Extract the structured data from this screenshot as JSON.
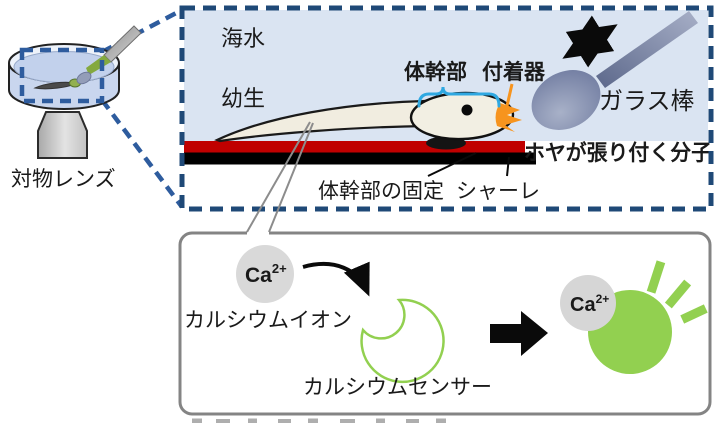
{
  "figure": {
    "inset": {
      "objective_lens_label": "対物レンズ"
    },
    "main_panel": {
      "seawater_label": "海水",
      "larva_label": "幼生",
      "trunk_label": "体幹部",
      "adhesive_organ_label": "付着器",
      "glass_rod_label": "ガラス棒",
      "adhesive_molecule_label": "ホヤが張り付く分子",
      "trunk_fixation_label": "体幹部の固定",
      "petri_dish_label": "シャーレ"
    },
    "sensor_panel": {
      "calcium_symbol": "Ca",
      "calcium_charge": "2+",
      "calcium_ion_label": "カルシウムイオン",
      "calcium_sensor_label": "カルシウムセンサー"
    },
    "colors": {
      "panel_border_blue": "#1F4977",
      "inset_dash_blue": "#2E5C9E",
      "seawater_fill": "#DAE4F2",
      "molecule_stripe_red": "#C00000",
      "fixation_stripe_black": "#000000",
      "trunk_label_cyan": "#2FA8E1",
      "adhesive_organ_orange": "#F7941E",
      "molecule_text_red": "#E10000",
      "sensor_green": "#92D050",
      "calcium_ion_gray": "#D9D9D9",
      "glass_rod_slate": "#6F7A9B",
      "larva_cream": "#F1EDE0"
    }
  }
}
